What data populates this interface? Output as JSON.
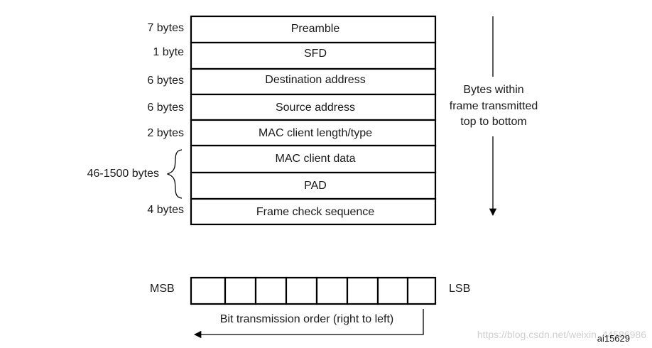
{
  "frame": {
    "fields": [
      {
        "name": "Preamble",
        "size": "7 bytes"
      },
      {
        "name": "SFD",
        "size": "1 byte"
      },
      {
        "name": "Destination address",
        "size": "6 bytes"
      },
      {
        "name": "Source address",
        "size": "6 bytes"
      },
      {
        "name": "MAC client length/type",
        "size": "2 bytes"
      },
      {
        "name": "MAC client data",
        "size": ""
      },
      {
        "name": "PAD",
        "size": ""
      },
      {
        "name": "Frame check sequence",
        "size": "4 bytes"
      }
    ],
    "variable_size_label": "46-1500 bytes",
    "order_note": [
      "Bytes within",
      "frame transmitted",
      "top to bottom"
    ]
  },
  "bits": {
    "cell_count": 8,
    "msb_label": "MSB",
    "lsb_label": "LSB",
    "order_label": "Bit transmission order (right to left)"
  },
  "figure_id": "ai15629",
  "watermark": "https://blog.csdn.net/weixin_44586986"
}
